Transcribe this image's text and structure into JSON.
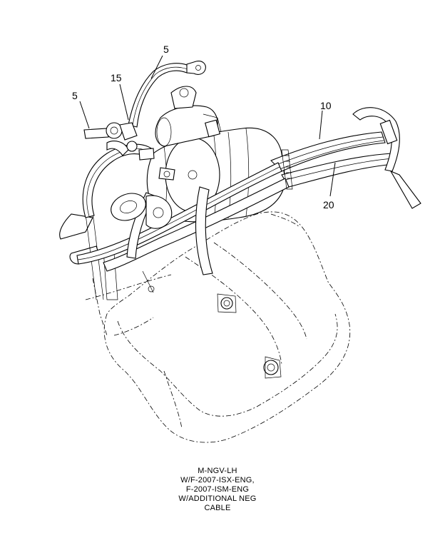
{
  "callouts": {
    "c1": "5",
    "c2": "15",
    "c3": "5",
    "c4": "10",
    "c5": "20"
  },
  "caption": {
    "line1": "M-NGV-LH",
    "line2": "W/F-2007-ISX-ENG,",
    "line3": "F-2007-ISM-ENG",
    "line4": "W/ADDITIONAL NEG",
    "line5": "CABLE"
  }
}
